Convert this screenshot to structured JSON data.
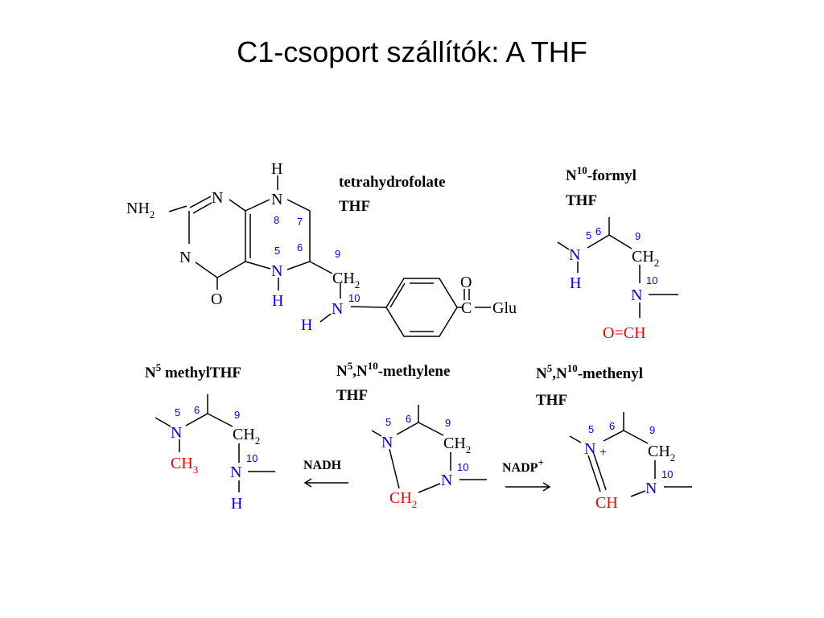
{
  "title": "C1-csoport szállítók: A THF",
  "colors": {
    "nitrogen": "#0000ee",
    "carbon_unit": "#ee0000",
    "default": "#000000"
  },
  "thf": {
    "name_line1": "tetrahydrofolate",
    "name_line2": "THF",
    "atoms": {
      "nh2": "NH",
      "nh2_sub": "2",
      "n_ring_top": "N",
      "n_ring_left": "N",
      "o_ring": "O",
      "n8": "N",
      "h8": "H",
      "n5": "N",
      "h5": "H",
      "ch2": "CH",
      "ch2_sub": "2",
      "n10": "N",
      "h10": "H",
      "o_carbonyl": "O",
      "c_carbonyl": "C",
      "glu": "Glu"
    },
    "numbers": {
      "n8": "8",
      "c7": "7",
      "c6": "6",
      "n5": "5",
      "c9": "9",
      "n10": "10"
    }
  },
  "formyl": {
    "label_n": "N",
    "label_sup": "10",
    "label_rest": "-formyl",
    "label_line2": "THF",
    "atoms": {
      "n5": "N",
      "h5": "H",
      "ch2": "CH",
      "ch2_sub": "2",
      "n10": "N",
      "cho": "O=CH"
    },
    "numbers": {
      "n5": "5",
      "c6": "6",
      "c9": "9",
      "n10": "10"
    }
  },
  "methyl": {
    "label_n": "N",
    "label_sup": "5",
    "label_rest": " methylTHF",
    "atoms": {
      "n5": "N",
      "ch3": "CH",
      "ch3_sub": "3",
      "ch2": "CH",
      "ch2_sub": "2",
      "n10": "N",
      "h10": "H"
    },
    "numbers": {
      "n5": "5",
      "c6": "6",
      "c9": "9",
      "n10": "10"
    }
  },
  "methylene": {
    "label_n1": "N",
    "label_sup1": "5",
    "label_mid": ",N",
    "label_sup2": "10",
    "label_rest": "-methylene",
    "label_line2": "THF",
    "atoms": {
      "n5": "N",
      "ch2": "CH",
      "ch2_sub": "2",
      "n10": "N",
      "ch2_bridge": "CH",
      "ch2_bridge_sub": "2"
    },
    "numbers": {
      "n5": "5",
      "c6": "6",
      "c9": "9",
      "n10": "10"
    }
  },
  "methenyl": {
    "label_n1": "N",
    "label_sup1": "5",
    "label_mid": ",N",
    "label_sup2": "10",
    "label_rest": "-methenyl",
    "label_line2": "THF",
    "atoms": {
      "n5": "N",
      "plus": "+",
      "ch2": "CH",
      "ch2_sub": "2",
      "n10": "N",
      "ch_bridge": "CH"
    },
    "numbers": {
      "n5": "5",
      "c6": "6",
      "c9": "9",
      "n10": "10"
    }
  },
  "arrows": {
    "left_label": "NADH",
    "right_label": "NADP",
    "right_sup": "+"
  }
}
